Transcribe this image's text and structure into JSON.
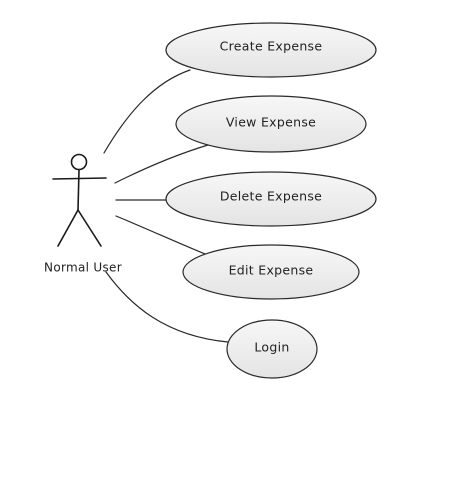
{
  "actor": {
    "label": "Normal User"
  },
  "use_cases": [
    {
      "label": "Create Expense"
    },
    {
      "label": "View Expense"
    },
    {
      "label": "Delete Expense"
    },
    {
      "label": "Edit Expense"
    },
    {
      "label": "Login"
    }
  ]
}
